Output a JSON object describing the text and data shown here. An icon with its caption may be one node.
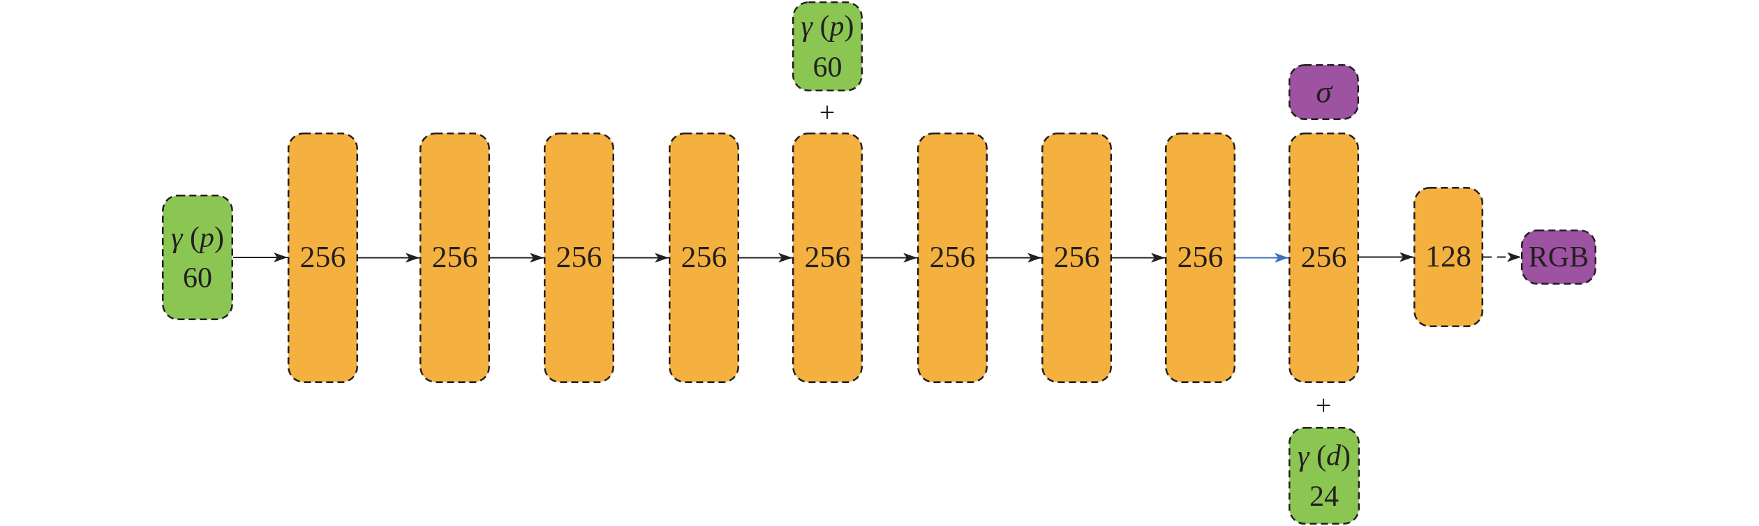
{
  "diagram": {
    "nodes": [
      {
        "text": [
          "*γ* (*p*)",
          "60"
        ]
      },
      {
        "text": [
          "256"
        ]
      },
      {
        "text": [
          "256"
        ]
      },
      {
        "text": [
          "256"
        ]
      },
      {
        "text": [
          "256"
        ]
      },
      {
        "text": [
          "*γ* (*p*)",
          "60"
        ]
      },
      {
        "text": [
          "256"
        ]
      },
      {
        "text": [
          "256"
        ]
      },
      {
        "text": [
          "256"
        ]
      },
      {
        "text": [
          "256"
        ]
      },
      {
        "text": [
          "σ"
        ]
      },
      {
        "text": [
          "256"
        ]
      },
      {
        "text": [
          "*γ* (*d*)",
          "24"
        ]
      },
      {
        "text": [
          "128"
        ]
      },
      {
        "text": [
          "RGB"
        ]
      }
    ],
    "edges": [
      {
        "from": 0,
        "to": 1,
        "arrow": "to"
      },
      {
        "from": 1,
        "to": 2,
        "arrow": "to"
      },
      {
        "from": 2,
        "to": 3,
        "arrow": "to"
      },
      {
        "from": 3,
        "to": 4,
        "arrow": "to"
      },
      {
        "from": 4,
        "to": 6,
        "arrow": "to"
      },
      {
        "from": 6,
        "to": 7,
        "arrow": "to"
      },
      {
        "from": 7,
        "to": 8,
        "arrow": "to"
      },
      {
        "from": 8,
        "to": 9,
        "arrow": "to"
      },
      {
        "from": 9,
        "to": 11,
        "arrow": "to",
        "color": "#3f6fbd"
      },
      {
        "from": 11,
        "to": 13,
        "arrow": "to"
      },
      {
        "from": 13,
        "to": 14,
        "arrow": "to",
        "style": "dashed"
      }
    ],
    "labels": [
      "+",
      "+"
    ]
  }
}
